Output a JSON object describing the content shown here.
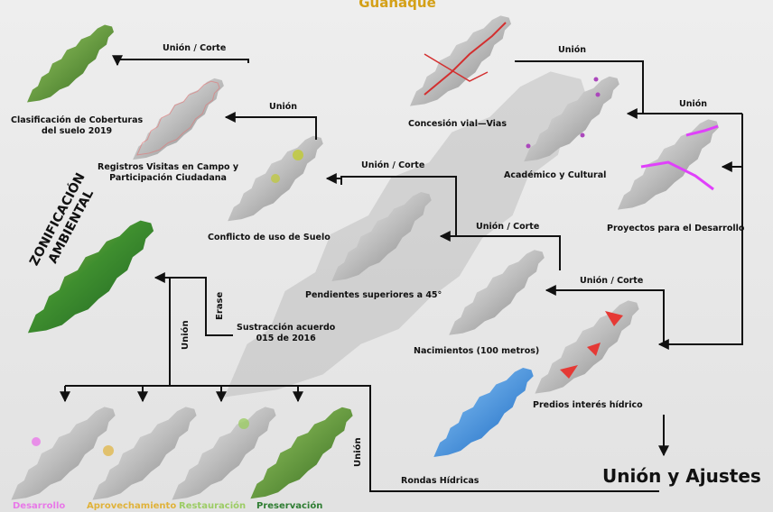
{
  "header": {
    "title_partial": "Guanaque"
  },
  "colors": {
    "title": "#d4a017",
    "arrow": "#111111",
    "desarrollo": "#e879e8",
    "aprovechamiento": "#e0b23a",
    "restauracion": "#9ccc65",
    "preservacion": "#2e7d32"
  },
  "layers": {
    "coberturas": "Clasificación de Coberturas\ndel suelo 2019",
    "visitas": "Registros Visitas en Campo y\nParticipación Ciudadana",
    "conflicto": "Conflicto de uso de Suelo",
    "pendientes": "Pendientes superiores a 45°",
    "concesion": "Concesión vial—Vias",
    "academico": "Académico y Cultural",
    "proyectos": "Proyectos para el Desarrollo",
    "nacimientos": "Nacimientos (100 metros)",
    "predios": "Predios interés hídrico",
    "rondas": "Rondas Hídricas",
    "sustraccion": "Sustracción acuerdo\n015 de 2016"
  },
  "operations": {
    "union_corte_1": "Unión / Corte",
    "union_1": "Unión",
    "union_corte_2": "Unión / Corte",
    "union_corte_3": "Unión / Corte",
    "union_top": "Unión",
    "union_right": "Unión",
    "union_corte_4": "Unión / Corte",
    "erase": "Erase",
    "union_vertical": "Unión",
    "union_bottom": "Unión"
  },
  "result": {
    "zonificacion": "ZONIFICACIÓN\nAMBIENTAL",
    "union_ajustes": "Unión y Ajustes"
  },
  "zones": {
    "desarrollo": "Desarrollo",
    "aprovechamiento": "Aprovechamiento",
    "restauracion": "Restauración",
    "preservacion": "Preservación"
  }
}
